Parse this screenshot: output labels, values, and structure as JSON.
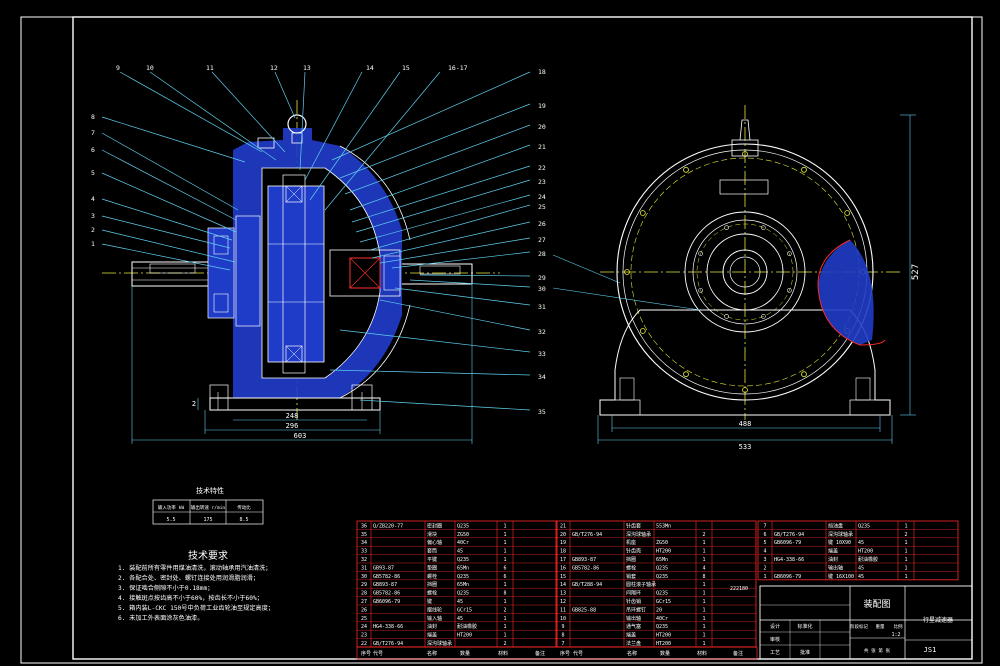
{
  "drawing": {
    "balloons_left": [
      "1",
      "2",
      "3",
      "4",
      "5",
      "6",
      "7",
      "8",
      "9",
      "10",
      "11",
      "12",
      "13",
      "14",
      "15",
      "16-17"
    ],
    "balloons_right": [
      "18",
      "19",
      "20",
      "21",
      "22",
      "23",
      "24",
      "25",
      "26",
      "27",
      "28",
      "29",
      "30",
      "31",
      "32",
      "33",
      "34",
      "35"
    ],
    "front_dims": {
      "h_base": "2",
      "w1": "248",
      "w2": "296",
      "w3": "603"
    },
    "side_dims": {
      "height": "527",
      "w1": "488",
      "w2": "533"
    }
  },
  "spec_table": {
    "title": "技术特性",
    "headers": [
      "输入功率 kW",
      "输出转速 r/min",
      "传动比"
    ],
    "values": [
      "5.5",
      "175",
      "8.5"
    ]
  },
  "tech_requirements": {
    "title": "技术要求",
    "items": [
      "1. 装配前所有零件用煤油清洗，滚动轴承用汽油清洗；",
      "2. 各配合处、密封处、螺钉连接处用润滑脂润滑；",
      "3. 保证啮合侧隙不小于0.18mm；",
      "4. 接触斑点按齿高不小于60%，按齿长不小于60%；",
      "5. 箱内装L-CKC 150号中负荷工业齿轮油至规定高度；",
      "6. 未加工外表面涂灰色油漆。"
    ]
  },
  "bom": {
    "col1": [
      {
        "no": "36",
        "code": "Q/ZB220-77",
        "name": "密封圈",
        "qty": "1",
        "mat": "Q235"
      },
      {
        "no": "35",
        "code": "",
        "name": "滑块",
        "qty": "1",
        "mat": "ZG50"
      },
      {
        "no": "34",
        "code": "",
        "name": "偏心轴",
        "qty": "1",
        "mat": "40Cr"
      },
      {
        "no": "33",
        "code": "",
        "name": "套筒",
        "qty": "1",
        "mat": "45"
      },
      {
        "no": "32",
        "code": "",
        "name": "平键",
        "qty": "1",
        "mat": "Q235"
      },
      {
        "no": "31",
        "code": "GB93-87",
        "name": "垫圈",
        "qty": "6",
        "mat": "65Mn"
      },
      {
        "no": "30",
        "code": "GB5782-86",
        "name": "螺栓",
        "qty": "6",
        "mat": "Q235"
      },
      {
        "no": "29",
        "code": "GB893-87",
        "name": "挡圈",
        "qty": "1",
        "mat": "65Mn"
      },
      {
        "no": "28",
        "code": "GB5782-86",
        "name": "螺栓",
        "qty": "8",
        "mat": "Q235"
      },
      {
        "no": "27",
        "code": "GB6096-79",
        "name": "键",
        "qty": "1",
        "mat": "45"
      },
      {
        "no": "26",
        "code": "",
        "name": "摆线轮",
        "qty": "2",
        "mat": "GCr15"
      },
      {
        "no": "25",
        "code": "",
        "name": "输入轴",
        "qty": "1",
        "mat": "45"
      },
      {
        "no": "24",
        "code": "HG4-338-66",
        "name": "油封",
        "qty": "1",
        "mat": "耐油橡胶"
      },
      {
        "no": "23",
        "code": "",
        "name": "端盖",
        "qty": "1",
        "mat": "HT200"
      },
      {
        "no": "22",
        "code": "GB/T276-94",
        "name": "深沟球轴承",
        "qty": "2",
        "mat": ""
      }
    ],
    "col2": [
      {
        "no": "21",
        "code": "",
        "name": "针齿套",
        "qty": "",
        "mat": "553Mn"
      },
      {
        "no": "20",
        "code": "GB/T276-94",
        "name": "深沟球轴承",
        "qty": "2",
        "mat": ""
      },
      {
        "no": "19",
        "code": "",
        "name": "机座",
        "qty": "1",
        "mat": "ZG50"
      },
      {
        "no": "18",
        "code": "",
        "name": "针齿壳",
        "qty": "1",
        "mat": "HT200"
      },
      {
        "no": "17",
        "code": "GB893-87",
        "name": "挡圈",
        "qty": "1",
        "mat": "65Mn"
      },
      {
        "no": "16",
        "code": "GB5782-86",
        "name": "螺栓",
        "qty": "4",
        "mat": "Q235"
      },
      {
        "no": "15",
        "code": "",
        "name": "销套",
        "qty": "8",
        "mat": "Q235"
      },
      {
        "no": "14",
        "code": "GB/T288-94",
        "name": "圆柱滚子轴承",
        "qty": "1",
        "mat": ""
      },
      {
        "no": "13",
        "code": "",
        "name": "间隔环",
        "qty": "1",
        "mat": "Q235"
      },
      {
        "no": "12",
        "code": "",
        "name": "针齿销",
        "qty": "1",
        "mat": "GCr15"
      },
      {
        "no": "11",
        "code": "GB825-88",
        "name": "吊环螺钉",
        "qty": "1",
        "mat": "20"
      },
      {
        "no": "10",
        "code": "",
        "name": "输出轴",
        "qty": "1",
        "mat": "40Cr"
      },
      {
        "no": "9",
        "code": "",
        "name": "通气塞",
        "qty": "1",
        "mat": "Q235"
      },
      {
        "no": "8",
        "code": "",
        "name": "端盖",
        "qty": "1",
        "mat": "HT200"
      },
      {
        "no": "7",
        "code": "",
        "name": "法兰盘",
        "qty": "1",
        "mat": "HT200"
      }
    ],
    "col2_extra": "222180",
    "col3": [
      {
        "no": "7",
        "code": "",
        "name": "挡油盘",
        "qty": "1",
        "mat": "Q235"
      },
      {
        "no": "6",
        "code": "GB/T276-94",
        "name": "深沟球轴承",
        "qty": "2",
        "mat": ""
      },
      {
        "no": "5",
        "code": "GB6096-79",
        "name": "键 10X90",
        "qty": "1",
        "mat": "45"
      },
      {
        "no": "4",
        "code": "",
        "name": "端盖",
        "qty": "1",
        "mat": "HT200"
      },
      {
        "no": "3",
        "code": "HG4-338-66",
        "name": "油封",
        "qty": "1",
        "mat": "耐油橡胶"
      },
      {
        "no": "2",
        "code": "",
        "name": "输出轴",
        "qty": "1",
        "mat": "45"
      },
      {
        "no": "1",
        "code": "GB6096-79",
        "name": "键 16X100",
        "qty": "1",
        "mat": "45"
      }
    ],
    "footer_labels": [
      "序号",
      "代号",
      "名称",
      "数量",
      "材料",
      "备注"
    ]
  },
  "title_block": {
    "drawing_title": "装配图",
    "product": "行星减速器",
    "scale": "1:2",
    "sheet_no": "JS1",
    "labels": [
      "设计",
      "审核",
      "工艺",
      "标准化",
      "批准",
      "阶段标记",
      "重量",
      "比例",
      "共  张  第  张"
    ]
  },
  "colors": {
    "frame": "#ffffff",
    "section": "#1f3cc8",
    "center": "#e8e83a",
    "leader": "#5fd0f0",
    "dim": "#5fd0f0",
    "table_line": "#ff2a2a",
    "text": "#ffffff",
    "cutaway": "#ff2a2a"
  }
}
